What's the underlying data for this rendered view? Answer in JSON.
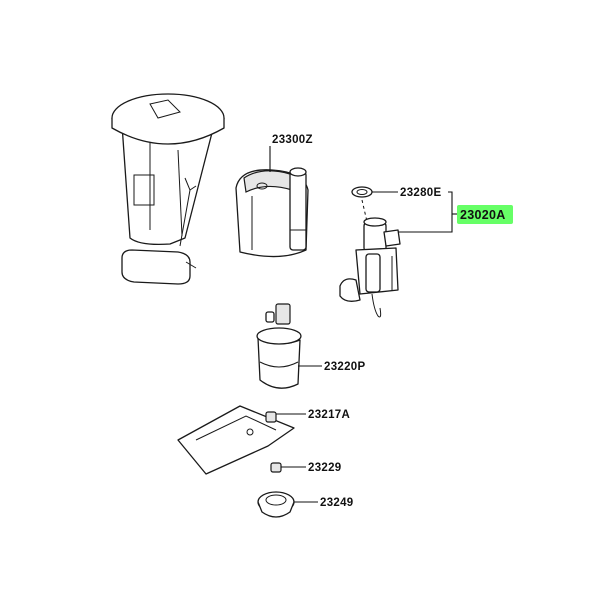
{
  "callouts": {
    "fuel_suction_tube_set": "23300Z",
    "gasket": "23280E",
    "fuel_pump_assembly": "23020A",
    "fuel_pump": "23220P",
    "filter_clamp": "23217A",
    "cushion": "23229",
    "retainer_ring": "23249"
  },
  "colors": {
    "highlight": "#66ff66",
    "line": "#111111",
    "shade": "#e6e6e6"
  }
}
